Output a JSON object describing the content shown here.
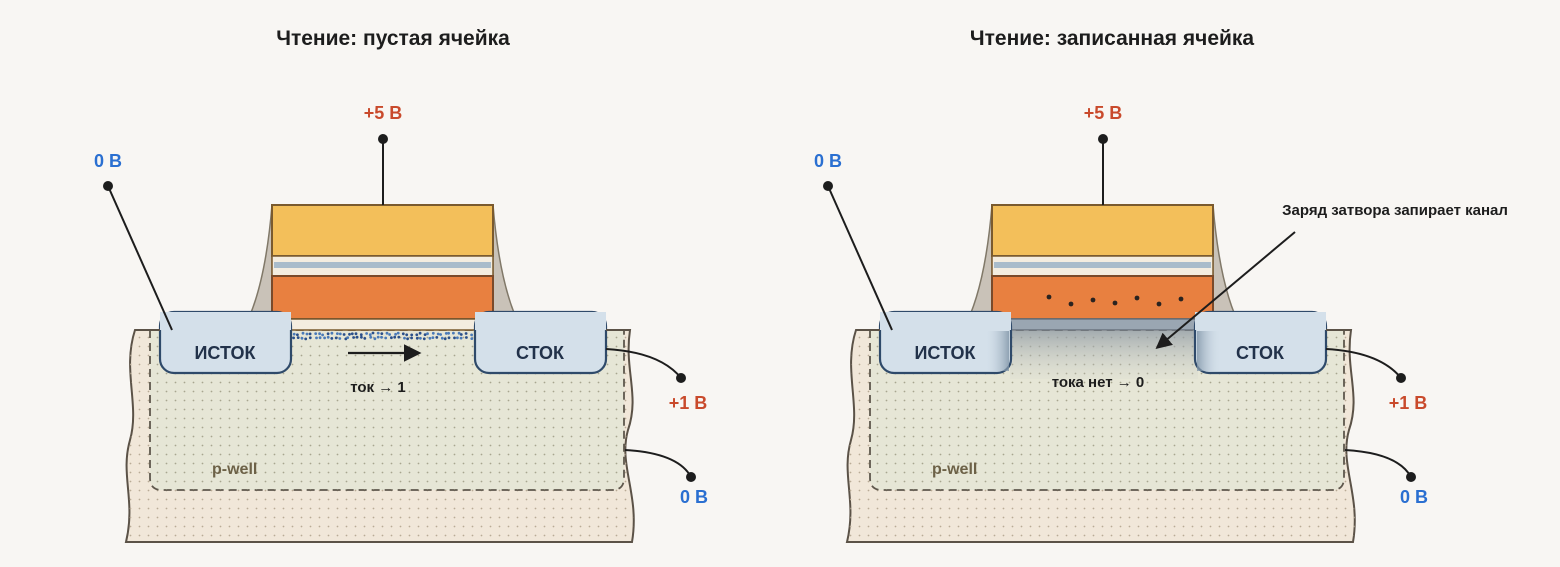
{
  "colors": {
    "background": "#f8f6f3",
    "substrate": "#f1e7d9",
    "pwell": "#e6e6d6",
    "control_gate": "#f3bf5a",
    "floating_gate": "#e88040",
    "oxide": "#a9bccb",
    "diffusion": "#d4e0ea",
    "spacer": "#c9c2b8",
    "voltage_positive": "#c94a2c",
    "voltage_zero": "#2a6fd1"
  },
  "panels": [
    {
      "title": "Чтение: пустая ячейка",
      "gate_voltage": "+5 В",
      "source_voltage": "0 В",
      "drain_voltage": "+1 В",
      "body_voltage": "0 В",
      "source_label": "ИСТОК",
      "drain_label": "СТОК",
      "well_label": "p-well",
      "current_label": "ток → 1",
      "channel_state": "open",
      "stored_electrons": 0
    },
    {
      "title": "Чтение: записанная ячейка",
      "gate_voltage": "+5 В",
      "source_voltage": "0 В",
      "drain_voltage": "+1 В",
      "body_voltage": "0 В",
      "source_label": "ИСТОК",
      "drain_label": "СТОК",
      "well_label": "p-well",
      "current_label": "тока нет → 0",
      "channel_state": "blocked",
      "stored_electrons": 7,
      "callout": "Заряд затвора запирает канал"
    }
  ]
}
